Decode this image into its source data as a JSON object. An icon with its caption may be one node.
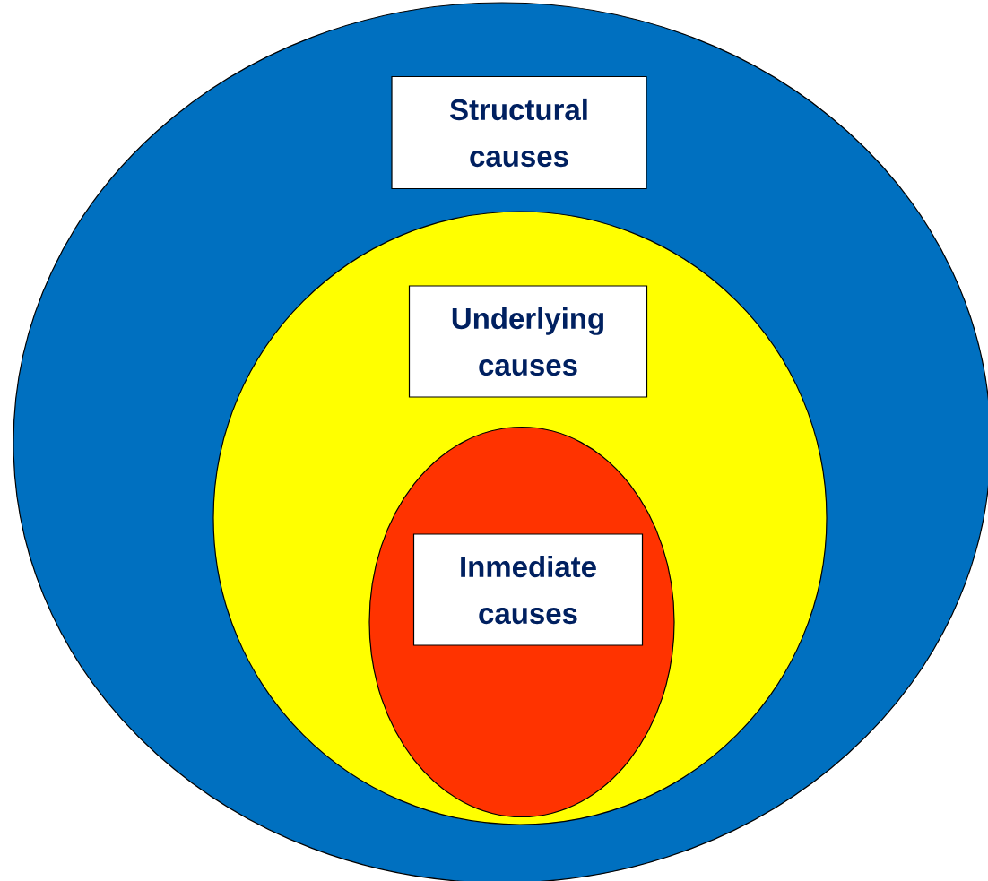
{
  "diagram": {
    "nodes": [
      {
        "text": [],
        "shape": "ellipse"
      },
      {
        "text": [
          "Structural causes"
        ],
        "in": 0
      },
      {
        "text": [],
        "shape": "circle",
        "in": 0
      },
      {
        "text": [
          "Underlying causes"
        ],
        "in": 2
      },
      {
        "text": [],
        "shape": "ellipse",
        "in": 2
      },
      {
        "text": [
          "Inmediate causes"
        ],
        "in": 4
      }
    ]
  }
}
